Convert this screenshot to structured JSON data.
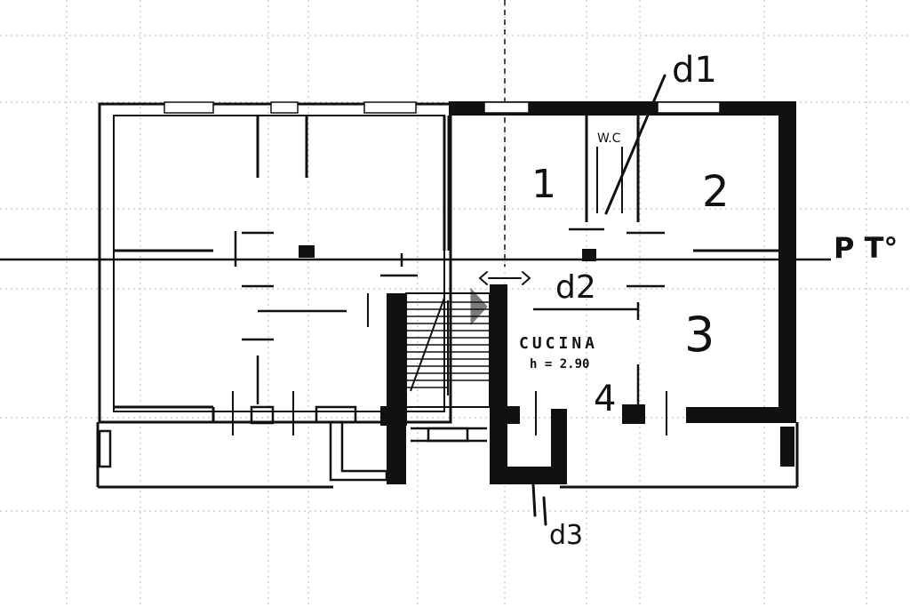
{
  "labels": {
    "room_1": "1",
    "room_2": "2",
    "room_3": "3",
    "room_4": "4",
    "wc": "W.C",
    "kitchen": "CUCINA",
    "kitchen_height": "h = 2.90",
    "d1": "d1",
    "d2": "d2",
    "d3": "d3",
    "floor_level": "P T°"
  },
  "colors": {
    "ink": "#111111",
    "grid": "#9a9a9a",
    "paper": "#ffffff"
  }
}
